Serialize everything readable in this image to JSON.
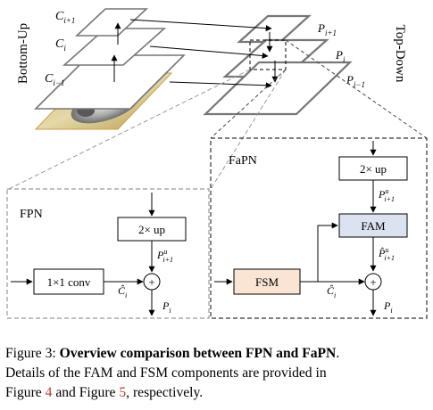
{
  "pyramid": {
    "left_labels": [
      {
        "base": "C",
        "sub": "i+1"
      },
      {
        "base": "C",
        "sub": "i"
      },
      {
        "base": "C",
        "sub": "i−1"
      }
    ],
    "right_labels": [
      {
        "base": "P",
        "sub": "i+1"
      },
      {
        "base": "P",
        "sub": "i"
      },
      {
        "base": "P",
        "sub": "i−1"
      }
    ],
    "side_left": "Bottom-Up",
    "side_right": "Top-Down"
  },
  "fpn": {
    "title": "FPN",
    "up_label": "2× up",
    "conv_label": "1×1 conv",
    "c_hat": {
      "base": "Ĉ",
      "sub": "i"
    },
    "p_up": {
      "base": "P",
      "sup": "u",
      "sub": "i+1"
    },
    "p_out": {
      "base": "P",
      "sub": "i"
    },
    "plus": "+"
  },
  "fapn": {
    "title": "FaPN",
    "up_label": "2× up",
    "fam_label": "FAM",
    "fsm_label": "FSM",
    "c_hat": {
      "base": "Ĉ",
      "sub": "i"
    },
    "p_up": {
      "base": "P",
      "sup": "u",
      "sub": "i+1"
    },
    "p_hat_up": {
      "base": "P̂",
      "sup": "u",
      "sub": "i+1"
    },
    "p_out": {
      "base": "P",
      "sub": "i"
    },
    "plus": "+"
  },
  "colors": {
    "fam_fill": "#dbe3f1",
    "fsm_fill": "#fae4d4",
    "dashed_box": "#888888",
    "plane_stroke": "#777777",
    "ref_color": "#c0392b"
  },
  "caption": {
    "label": "Figure 3: ",
    "bold": "Overview comparison between FPN and FaPN",
    "after_bold": ".",
    "line2": "Details of the FAM and FSM components are provided in",
    "line3_a": "Figure ",
    "ref1": "4",
    "line3_b": " and Figure ",
    "ref2": "5",
    "line3_c": ", respectively."
  }
}
